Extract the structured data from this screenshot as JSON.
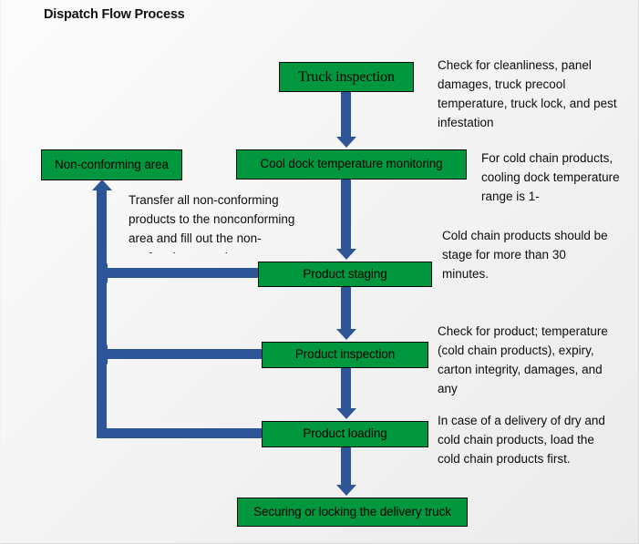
{
  "title": "Dispatch Flow Process",
  "colors": {
    "node_fill": "#00973E",
    "node_border": "#0a0a0a",
    "connector": "#2E5597",
    "background": "#f4f4f4",
    "text": "#0d0d0d"
  },
  "nodes": [
    {
      "id": "truck-inspection",
      "label": "Truck  inspection"
    },
    {
      "id": "cool-dock",
      "label": "Cool dock temperature monitoring"
    },
    {
      "id": "nonconforming",
      "label": "Non-conforming area"
    },
    {
      "id": "product-staging",
      "label": "Product staging"
    },
    {
      "id": "product-inspection",
      "label": "Product inspection"
    },
    {
      "id": "product-loading",
      "label": "Product loading"
    },
    {
      "id": "securing-truck",
      "label": "Securing or  locking the delivery truck"
    }
  ],
  "notes": [
    {
      "id": "truck-inspection",
      "text": "Check for cleanliness, panel damages, truck precool temperature, truck lock, and pest infestation"
    },
    {
      "id": "cool-dock",
      "text": "For cold chain products, cooling dock temperature range is 1-"
    },
    {
      "id": "nonconforming",
      "text": "Transfer all non-conforming products to the nonconforming area and fill out the non-conforming record"
    },
    {
      "id": "product-staging",
      "text": "Cold chain products should be stage for more than 30 minutes."
    },
    {
      "id": "product-inspection",
      "text": "Check for product; temperature (cold chain products), expiry, carton integrity, damages, and any"
    },
    {
      "id": "product-loading",
      "text": "In case of a delivery of dry and cold chain products, load the cold chain products first."
    }
  ],
  "connectors": [
    {
      "id": "truck-to-cooldock",
      "from": "truck-inspection",
      "to": "cool-dock",
      "direction": "down"
    },
    {
      "id": "cooldock-to-staging",
      "from": "cool-dock",
      "to": "product-staging",
      "direction": "down"
    },
    {
      "id": "staging-to-inspect",
      "from": "product-staging",
      "to": "product-inspection",
      "direction": "down"
    },
    {
      "id": "inspect-to-loading",
      "from": "product-inspection",
      "to": "product-loading",
      "direction": "down"
    },
    {
      "id": "loading-to-securing",
      "from": "product-loading",
      "to": "securing-truck",
      "direction": "down"
    },
    {
      "id": "staging-reject",
      "from": "product-staging",
      "to": "nonconforming",
      "direction": "left"
    },
    {
      "id": "inspect-reject",
      "from": "product-inspection",
      "to": "nonconforming",
      "direction": "left"
    },
    {
      "id": "loading-reject",
      "from": "product-loading",
      "to": "nonconforming",
      "direction": "left"
    },
    {
      "id": "return-to-nonconforming",
      "from": "reject-bus",
      "to": "nonconforming",
      "direction": "up"
    }
  ]
}
